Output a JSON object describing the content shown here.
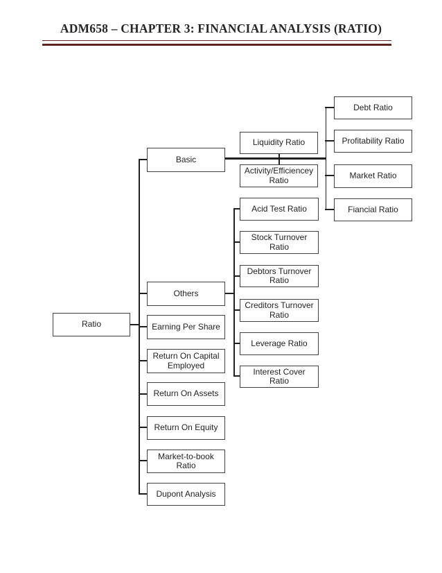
{
  "page": {
    "title": "ADM658 – CHAPTER 3: FINANCIAL ANALYSIS (RATIO)",
    "accent_color": "#622423"
  },
  "labels": {
    "ratio": "Ratio",
    "basic": "Basic",
    "liquidity": "Liquidity Ratio",
    "activity": "Activity/Efficiencey Ratio",
    "debt": "Debt Ratio",
    "profitability": "Profitability Ratio",
    "market": "Market Ratio",
    "fiancial": "Fiancial Ratio",
    "others": "Others",
    "acid": "Acid Test Ratio",
    "stock": "Stock Turnover Ratio",
    "debtors": "Debtors Turnover Ratio",
    "creditors": "Creditors Turnover Ratio",
    "leverage": "Leverage Ratio",
    "interest": "Interest Cover Ratio",
    "eps": "Earning Per Share",
    "roce": "Return On Capital Employed",
    "roa": "Return On Assets",
    "roe": "Return On Equity",
    "mtb": "Market-to-book Ratio",
    "dupont": "Dupont Analysis"
  },
  "hierarchy": {
    "ratio": [
      "basic",
      "others",
      "eps",
      "roce",
      "roa",
      "roe",
      "mtb",
      "dupont"
    ],
    "basic": [
      "liquidity",
      "activity",
      "debt",
      "profitability",
      "market",
      "fiancial"
    ],
    "others": [
      "acid",
      "stock",
      "debtors",
      "creditors",
      "leverage",
      "interest"
    ]
  }
}
